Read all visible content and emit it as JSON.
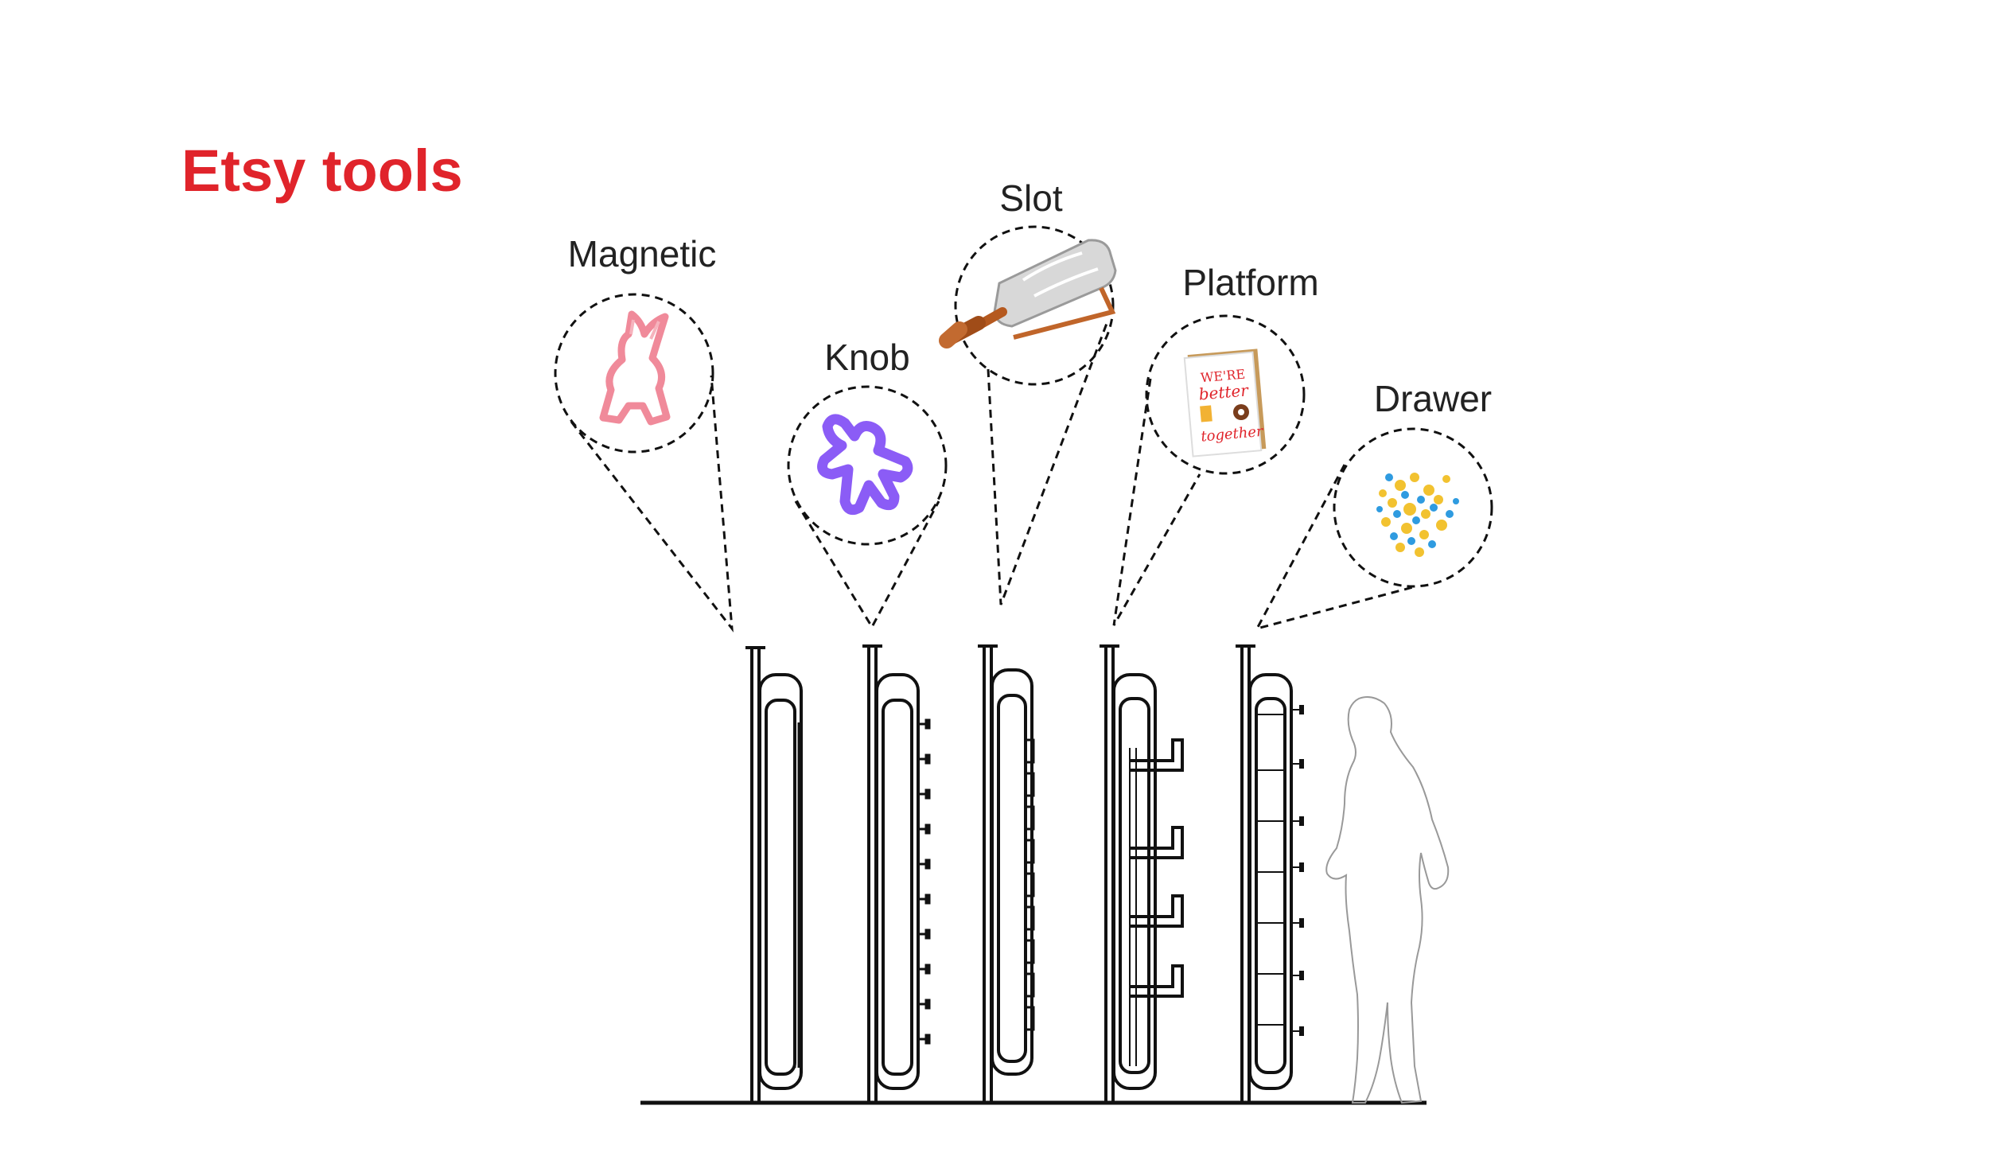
{
  "title": "Etsy tools",
  "colors": {
    "title": "#e0242b",
    "line": "#111111",
    "silhouette": "#999999"
  },
  "callouts": [
    {
      "label": "Magnetic",
      "icon": "bunny-cookie-cutter-icon",
      "color": "#f08a9a"
    },
    {
      "label": "Knob",
      "icon": "gingerbread-cookie-cutter-icon",
      "color": "#8b5cf6"
    },
    {
      "label": "Slot",
      "icon": "rolling-pin-icon",
      "color": "#c0652a"
    },
    {
      "label": "Platform",
      "icon": "greeting-card-icon",
      "color": "#e0242b"
    },
    {
      "label": "Drawer",
      "icon": "sprinkles-icon",
      "color": "#f2c230"
    }
  ]
}
